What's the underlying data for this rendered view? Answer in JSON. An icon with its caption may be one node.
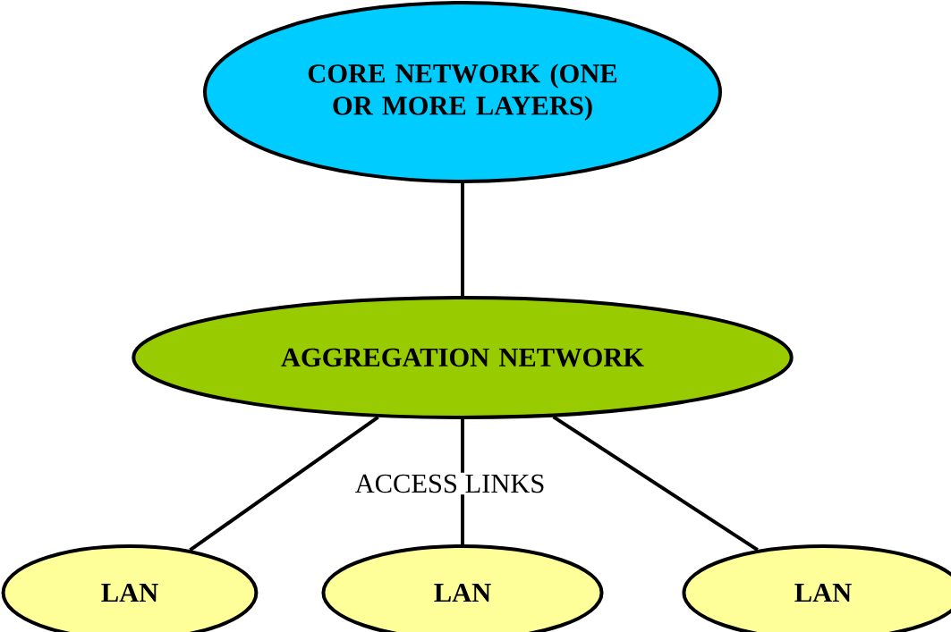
{
  "diagram": {
    "nodes": [
      {
        "text": [
          "CORE NETWORK (ONE OR MORE LAYERS)"
        ]
      },
      {
        "text": [
          "AGGREGATION NETWORK"
        ]
      },
      {
        "text": [
          "LAN"
        ]
      },
      {
        "text": [
          "LAN"
        ]
      },
      {
        "text": [
          "LAN"
        ]
      }
    ],
    "edges": [
      {
        "from": 0,
        "to": 1,
        "arrow": "none"
      },
      {
        "from": 1,
        "to": 2,
        "arrow": "none"
      },
      {
        "from": 1,
        "to": 3,
        "arrow": "none",
        "label": "ACCESS LINKS"
      },
      {
        "from": 1,
        "to": 4,
        "arrow": "none"
      }
    ]
  }
}
